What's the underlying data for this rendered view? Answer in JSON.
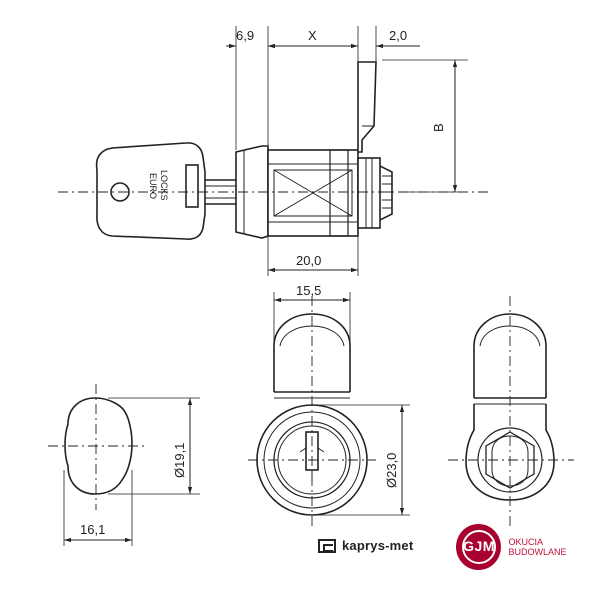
{
  "dimensions": {
    "d_6_9": "6,9",
    "d_x": "X",
    "d_2_0": "2,0",
    "d_b": "B",
    "d_20_0": "20,0",
    "d_15_5": "15,5",
    "d_19_1": "Ø19,1",
    "d_23_0": "Ø23,0",
    "d_16_1": "16,1"
  },
  "key": {
    "line1": "EURO",
    "line2": "LOCKS"
  },
  "logos": {
    "left_name": "kaprys-met",
    "right_initials": "GJM",
    "right_tagline": "OKUCIA BUDOWLANE",
    "right_color": "#a8002f"
  }
}
